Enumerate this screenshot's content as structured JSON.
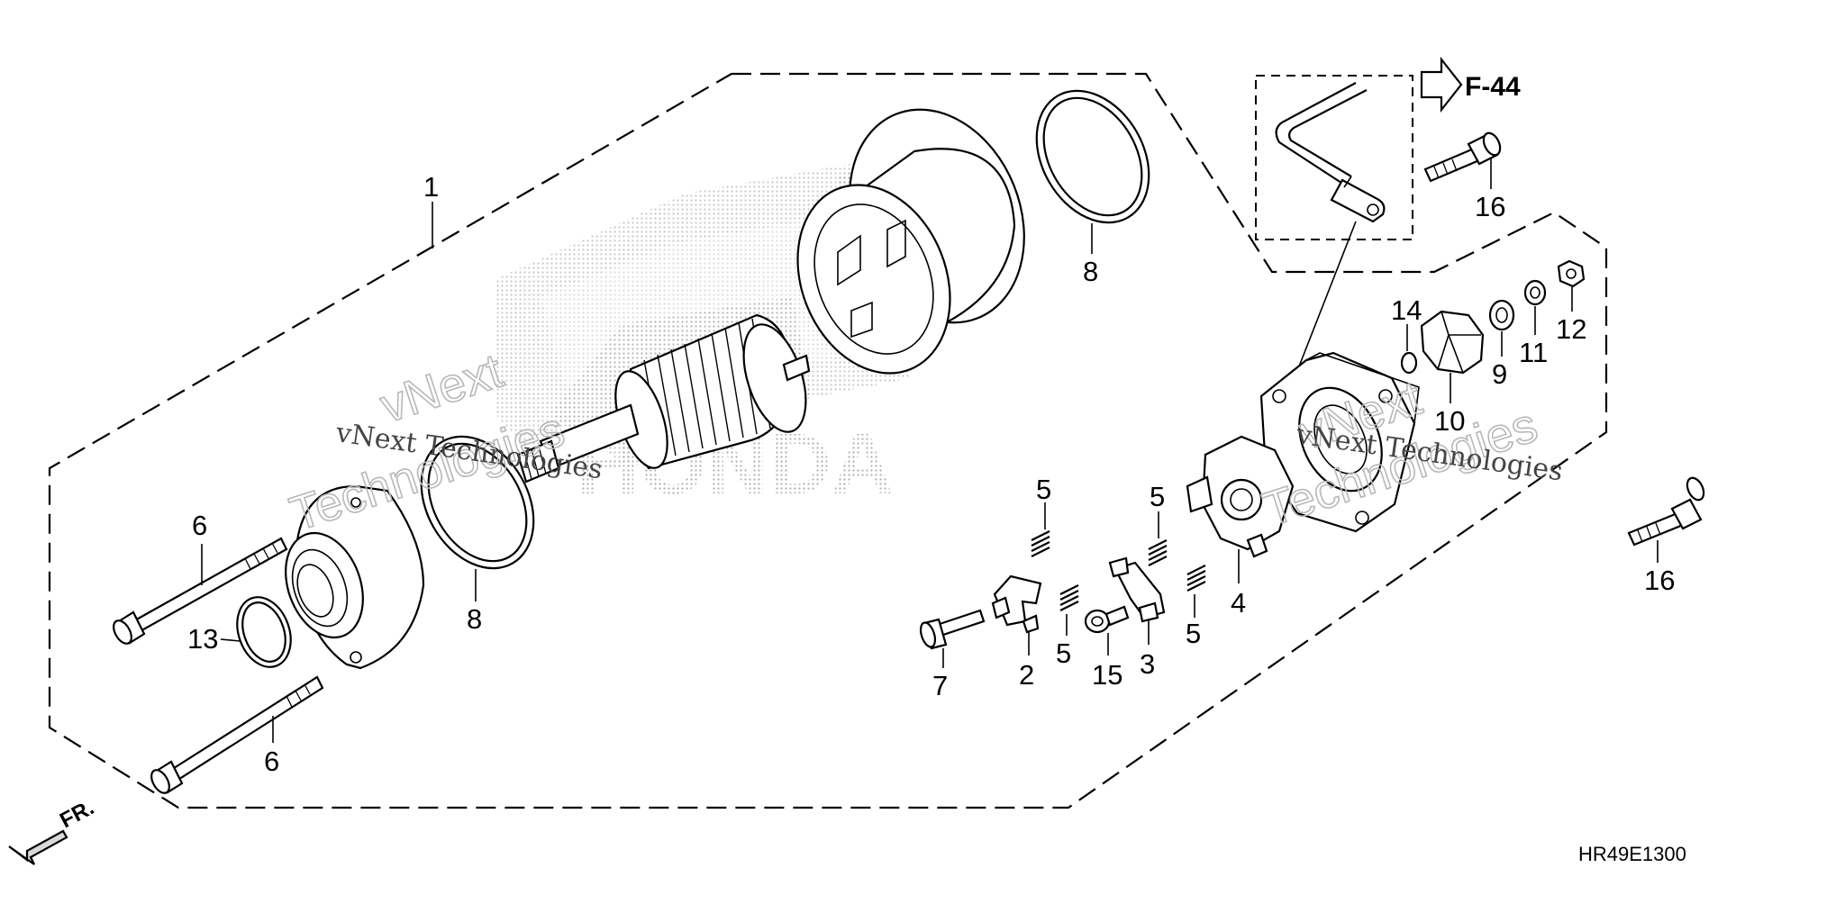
{
  "diagram": {
    "callouts": [
      {
        "id": "c1",
        "text": "1"
      },
      {
        "id": "c2",
        "text": "2"
      },
      {
        "id": "c3",
        "text": "3"
      },
      {
        "id": "c4",
        "text": "4"
      },
      {
        "id": "c5a",
        "text": "5"
      },
      {
        "id": "c5b",
        "text": "5"
      },
      {
        "id": "c5c",
        "text": "5"
      },
      {
        "id": "c5d",
        "text": "5"
      },
      {
        "id": "c6a",
        "text": "6"
      },
      {
        "id": "c6b",
        "text": "6"
      },
      {
        "id": "c7",
        "text": "7"
      },
      {
        "id": "c8a",
        "text": "8"
      },
      {
        "id": "c8b",
        "text": "8"
      },
      {
        "id": "c9",
        "text": "9"
      },
      {
        "id": "c10",
        "text": "10"
      },
      {
        "id": "c11",
        "text": "11"
      },
      {
        "id": "c12",
        "text": "12"
      },
      {
        "id": "c13",
        "text": "13"
      },
      {
        "id": "c14",
        "text": "14"
      },
      {
        "id": "c15",
        "text": "15"
      },
      {
        "id": "c16a",
        "text": "16"
      },
      {
        "id": "c16b",
        "text": "16"
      }
    ],
    "reference": "F-44",
    "front_label": "FR.",
    "diagram_code": "HR49E1300",
    "watermarks": {
      "sans_line1": "vNext",
      "sans_line2": "Technologies",
      "serif_text": "vNext Technologies",
      "brand_letters": "HONDA"
    }
  }
}
